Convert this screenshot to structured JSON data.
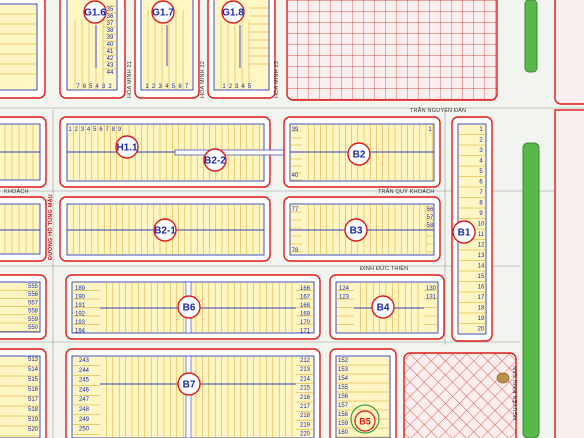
{
  "map": {
    "colors": {
      "lot_fill": "#fff6c4",
      "lot_line": "#d4a21a",
      "block_border": "#e01818",
      "block_inner": "#2a3fc0",
      "green_strip": "#58b84a",
      "grid_red": "#e05050",
      "road": "#f4f6f2"
    },
    "blocks": [
      {
        "id": "G1.6",
        "label": "G1.6"
      },
      {
        "id": "G1.7",
        "label": "G1.7"
      },
      {
        "id": "G1.8",
        "label": "G1.8"
      },
      {
        "id": "H1.1",
        "label": "H1.1"
      },
      {
        "id": "B2-2",
        "label": "B2-2"
      },
      {
        "id": "B2",
        "label": "B2"
      },
      {
        "id": "B1",
        "label": "B1"
      },
      {
        "id": "B2-1",
        "label": "B2-1"
      },
      {
        "id": "B3",
        "label": "B3"
      },
      {
        "id": "B6",
        "label": "B6"
      },
      {
        "id": "B4",
        "label": "B4"
      },
      {
        "id": "B7",
        "label": "B7"
      },
      {
        "id": "B5",
        "label": "B5"
      }
    ],
    "streets": [
      {
        "id": "tran-nguyen-dan",
        "label": "TRẦN NGUYÊN ĐÁN"
      },
      {
        "id": "tran-quy-khoach-a",
        "label": "TRẦN QUÝ KHOÁCH"
      },
      {
        "id": "tran-quy-khoach-b",
        "label": "KHOÁCH"
      },
      {
        "id": "dinh-duc-thien",
        "label": "ĐINH ĐỨC THIỆN"
      },
      {
        "id": "duong-ho-tung-mau",
        "label": "ĐƯỜNG HỒ TÙNG MẬU"
      },
      {
        "id": "nguyen-binh-san",
        "label": "NGUYỄN BÌNH SAN"
      },
      {
        "id": "hoa-minh-21",
        "label": "HÒA MINH 21"
      },
      {
        "id": "hoa-minh-22",
        "label": "HÒA MINH 22"
      },
      {
        "id": "hoa-minh-23",
        "label": "HÒA MINH 23"
      }
    ],
    "lot_numbers": {
      "g16_bottom": [
        "7",
        "6",
        "5",
        "4",
        "3",
        "2"
      ],
      "g17_bottom": [
        "1",
        "2",
        "3",
        "4",
        "5",
        "6",
        "7"
      ],
      "g18_bottom": [
        "1",
        "2",
        "3",
        "4",
        "5"
      ],
      "g16_right": [
        "35",
        "36",
        "37",
        "38",
        "39",
        "40",
        "41",
        "42",
        "43",
        "44"
      ],
      "h11_top": [
        "1",
        "2",
        "3",
        "4",
        "5",
        "6",
        "7",
        "8",
        "9"
      ],
      "b1_right": [
        "1",
        "2",
        "3",
        "4",
        "5",
        "6",
        "7",
        "8",
        "9",
        "10",
        "11",
        "12",
        "13",
        "14",
        "15",
        "16",
        "17",
        "18",
        "19",
        "20"
      ],
      "b6_left": [
        "189",
        "190",
        "191",
        "192",
        "193",
        "194"
      ],
      "b6_right": [
        "166",
        "167",
        "168",
        "169",
        "170",
        "171"
      ],
      "b4_left": [
        "124",
        "123"
      ],
      "b4_right": [
        "130",
        "131"
      ],
      "b7_left": [
        "243",
        "244",
        "245",
        "246",
        "247",
        "248",
        "249",
        "250"
      ],
      "b7_right": [
        "212",
        "213",
        "214",
        "215",
        "216",
        "217",
        "218",
        "219",
        "220"
      ],
      "b5_left": [
        "152",
        "153",
        "154",
        "155",
        "156",
        "157",
        "158",
        "159",
        "160"
      ],
      "west_a": [
        "555",
        "556",
        "557",
        "558",
        "559",
        "550"
      ],
      "west_b": [
        "513",
        "514",
        "515",
        "516",
        "517",
        "518",
        "519",
        "520"
      ],
      "b2_left": [
        "39",
        "40"
      ],
      "b3_left": [
        "77",
        "78"
      ],
      "b3_right": [
        "56",
        "57",
        "58"
      ],
      "b2_right": [
        "1"
      ]
    }
  }
}
